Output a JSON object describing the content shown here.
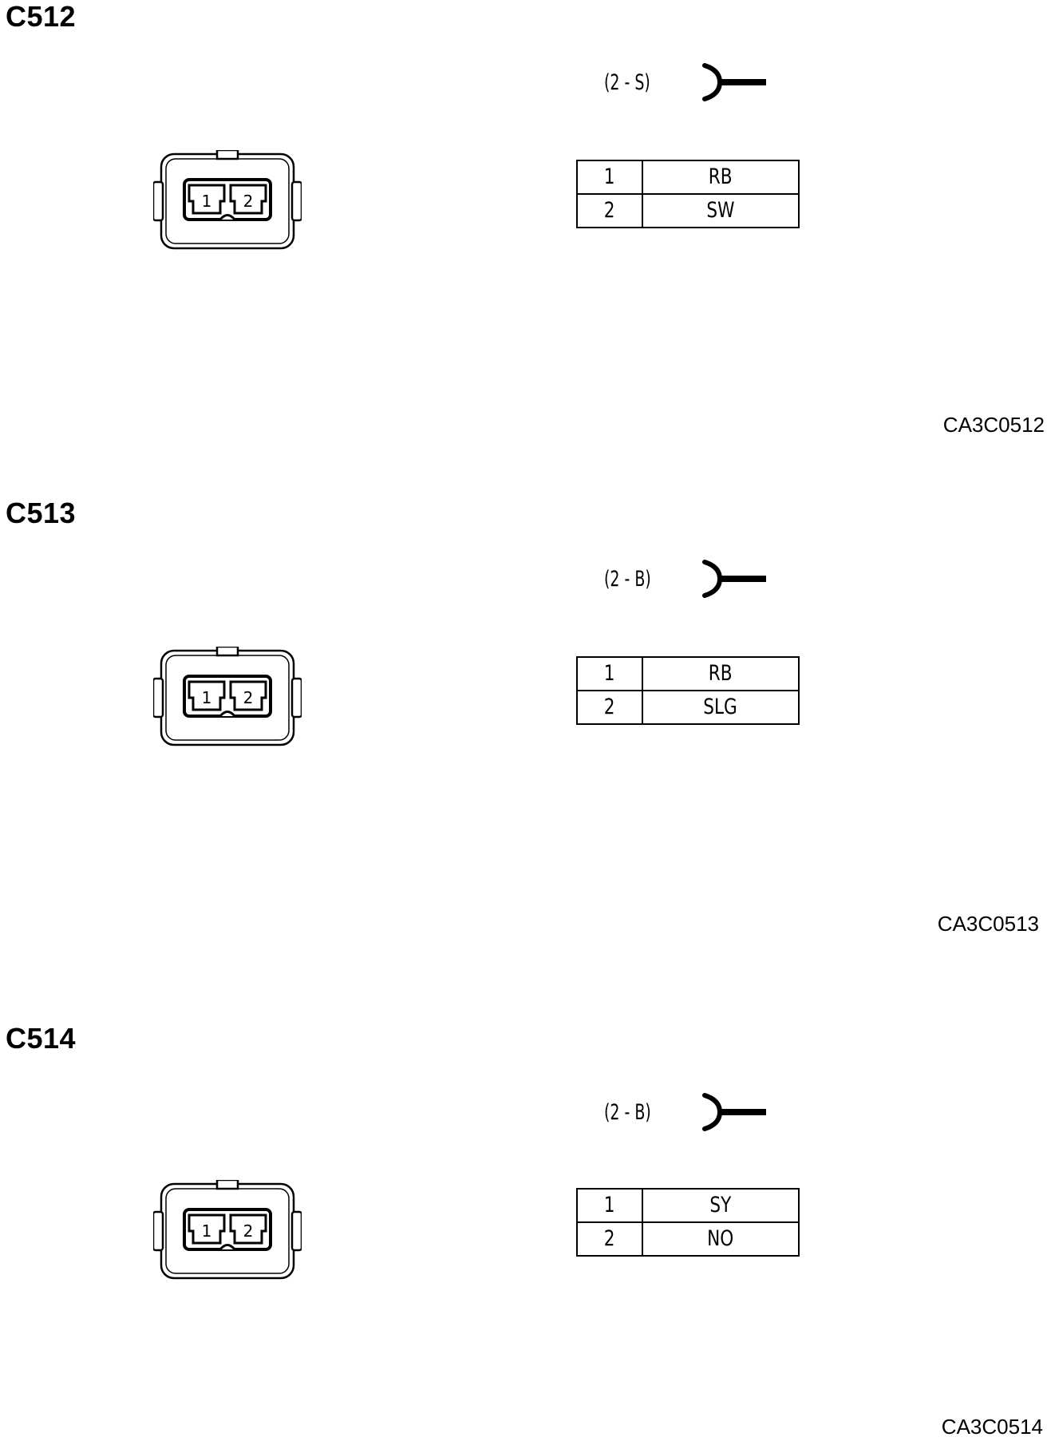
{
  "connectors": [
    {
      "id": "C512",
      "type": "(2 - S)",
      "face_pins": [
        "1",
        "2"
      ],
      "pins": [
        {
          "pin": "1",
          "wire": "RB"
        },
        {
          "pin": "2",
          "wire": "SW"
        }
      ],
      "ref_code": "CA3C0512"
    },
    {
      "id": "C513",
      "type": "(2 - B)",
      "face_pins": [
        "1",
        "2"
      ],
      "pins": [
        {
          "pin": "1",
          "wire": "RB"
        },
        {
          "pin": "2",
          "wire": "SLG"
        }
      ],
      "ref_code": "CA3C0513"
    },
    {
      "id": "C514",
      "type": "(2 - B)",
      "face_pins": [
        "1",
        "2"
      ],
      "pins": [
        {
          "pin": "1",
          "wire": "SY"
        },
        {
          "pin": "2",
          "wire": "NO"
        }
      ],
      "ref_code": "CA3C0514"
    }
  ],
  "icons": {
    "connector_face": "connector-face-icon",
    "pigtail": "wire-pigtail-icon"
  },
  "colors": {
    "ink": "#000000",
    "background": "#ffffff"
  }
}
